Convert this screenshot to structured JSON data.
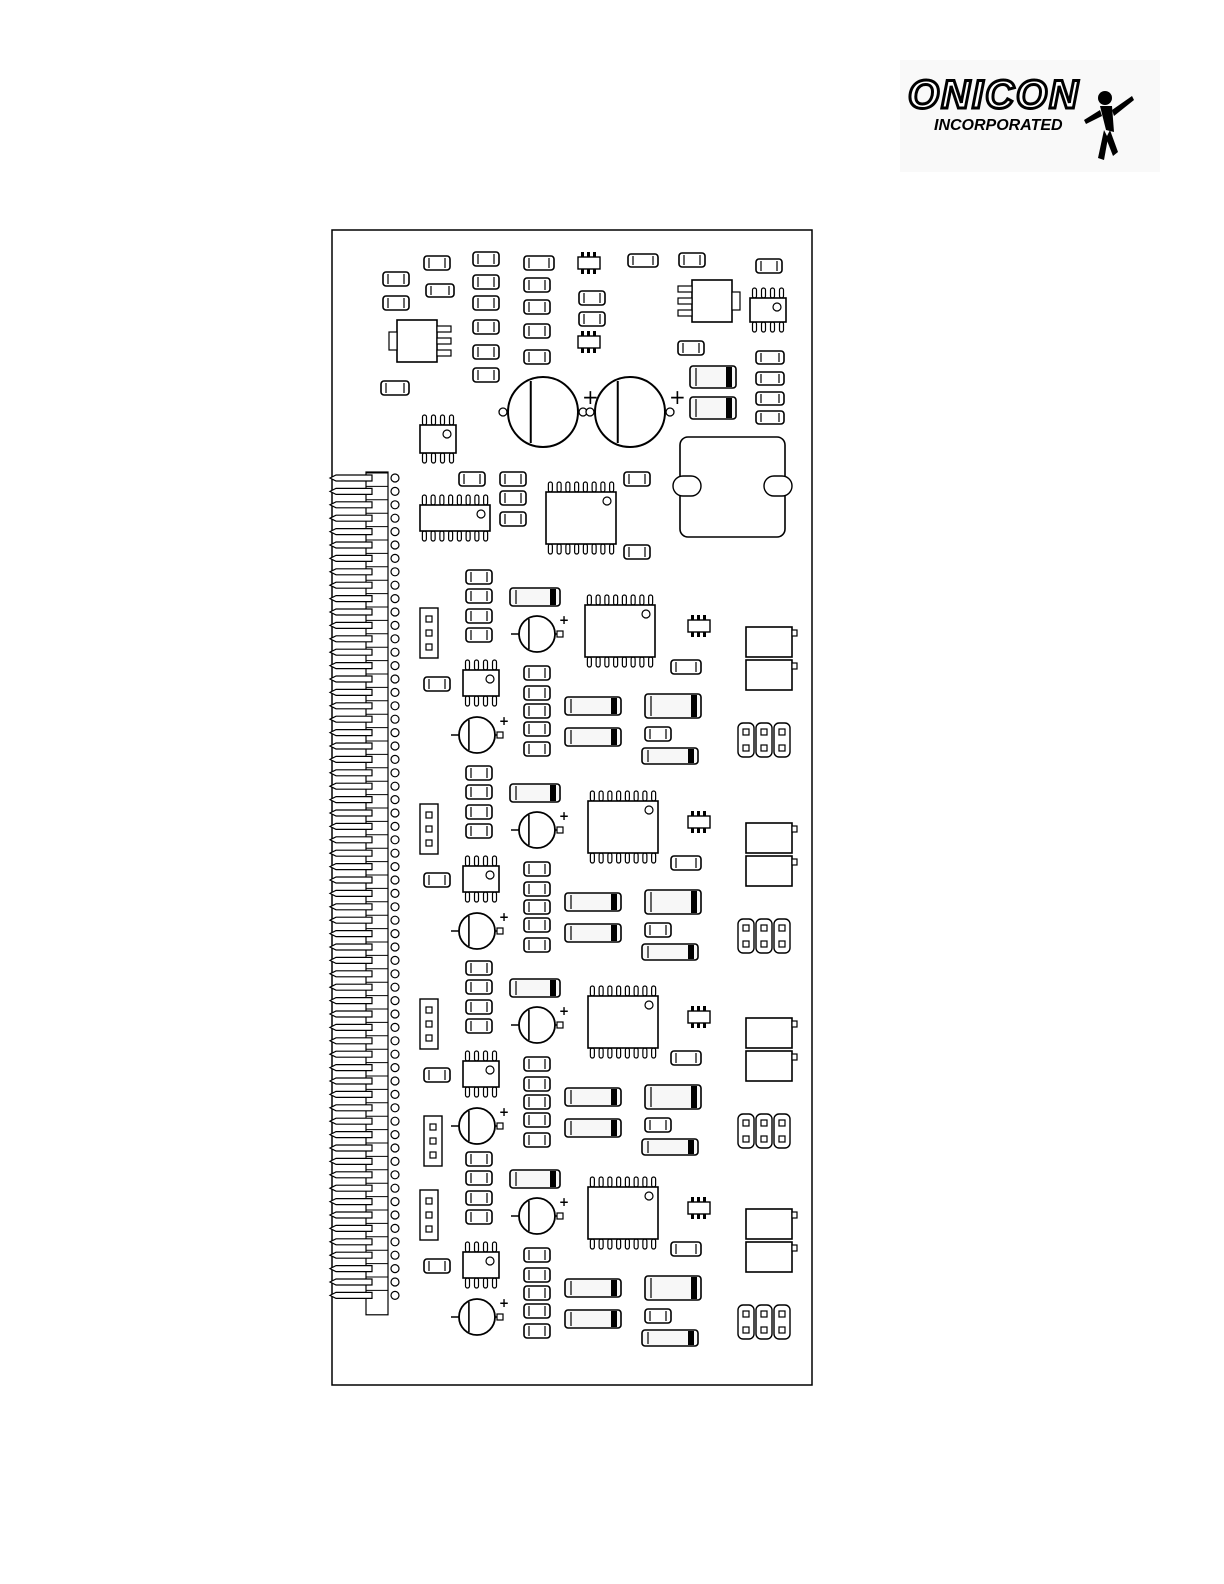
{
  "logo": {
    "brand": "ONICON",
    "subtitle": "INCORPORATED"
  },
  "diagram": {
    "polarity_mark": "+",
    "edge_connector_pins": 62,
    "channel_count": 4,
    "colors": {
      "ink": "#000000",
      "paper": "#ffffff",
      "fill": "#f7f7f7"
    }
  }
}
